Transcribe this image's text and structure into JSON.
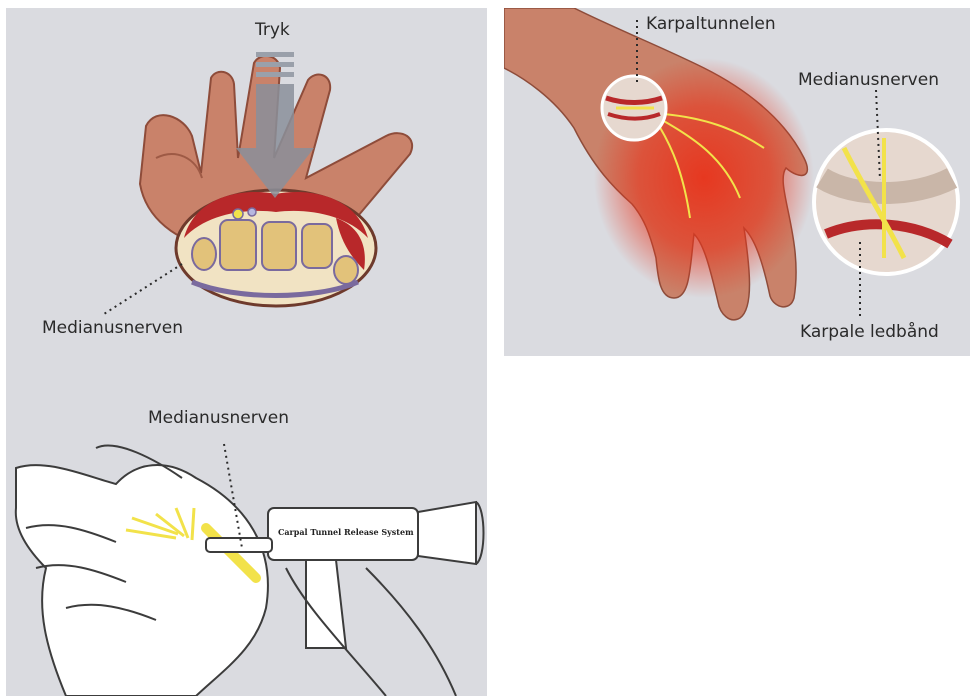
{
  "colors": {
    "panel_bg": "#dadbe0",
    "skin": "#c9826a",
    "skin_dark": "#8e4c3a",
    "muscle": "#b8282a",
    "bone": "#e2c27a",
    "nerve": "#f2e24a",
    "inflammation": "#e8341c",
    "arrow": "#8a8f9a",
    "sketch_line": "#3c3c3c"
  },
  "panel_top_left": {
    "pressure_label": "Tryk",
    "nerve_label": "Medianusnerven"
  },
  "panel_bottom_left": {
    "nerve_label": "Medianusnerven",
    "device_label": "Carpal Tunnel Release System"
  },
  "panel_right": {
    "tunnel_label": "Karpaltunnelen",
    "nerve_label": "Medianusnerven",
    "ligament_label": "Karpale ledbånd"
  }
}
